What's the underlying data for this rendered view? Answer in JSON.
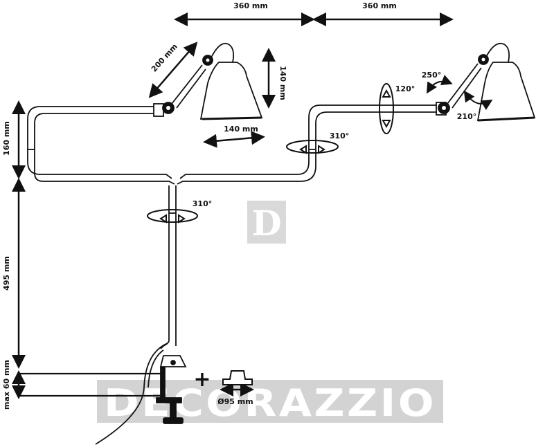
{
  "dimensions": {
    "top_left_span": "360 mm",
    "top_right_span": "360 mm",
    "arm_length": "200 mm",
    "shade_height": "140 mm",
    "shade_width": "140 mm",
    "left_height": "160 mm",
    "column_height": "495 mm",
    "clamp_max": "max 60 mm",
    "base_diameter": "Ø95 mm"
  },
  "rotations": {
    "head_side": "250°",
    "head_down": "210°",
    "arm_pivot": "120°",
    "elbow_swivel": "310°",
    "column_swivel": "310°"
  },
  "extras": {
    "plus_sign": "+"
  },
  "watermark": {
    "brand": "DECORAZZIO",
    "logo_letter": "D"
  },
  "colors": {
    "line": "#111111",
    "watermark": "#bdbdbd"
  }
}
